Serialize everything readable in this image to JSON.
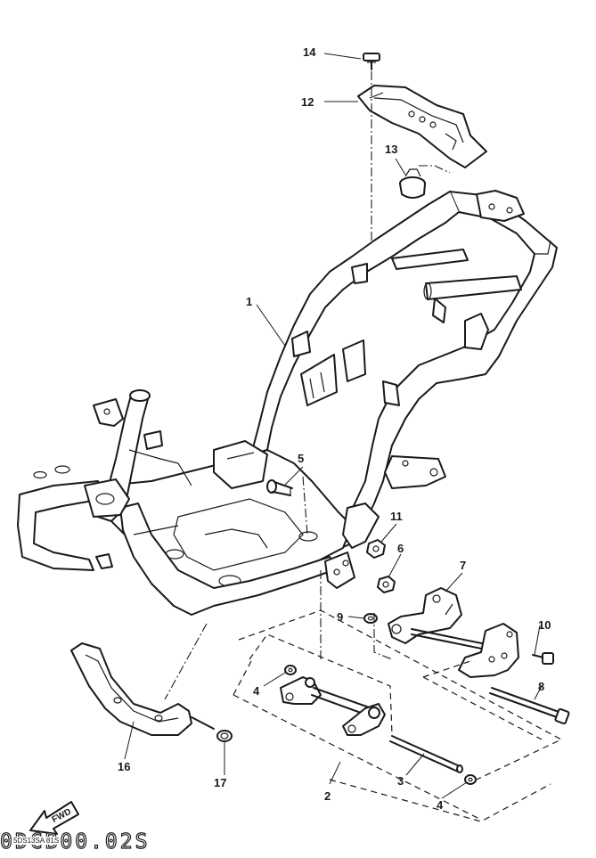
{
  "parts": [
    {
      "id": "p1",
      "number": "1"
    },
    {
      "id": "p2",
      "number": "2"
    },
    {
      "id": "p3",
      "number": "3"
    },
    {
      "id": "p4a",
      "number": "4"
    },
    {
      "id": "p4b",
      "number": "4"
    },
    {
      "id": "p5",
      "number": "5"
    },
    {
      "id": "p6",
      "number": "6"
    },
    {
      "id": "p7",
      "number": "7"
    },
    {
      "id": "p8",
      "number": "8"
    },
    {
      "id": "p9",
      "number": "9"
    },
    {
      "id": "p10",
      "number": "10"
    },
    {
      "id": "p11",
      "number": "11"
    },
    {
      "id": "p12",
      "number": "12"
    },
    {
      "id": "p13",
      "number": "13"
    },
    {
      "id": "p14",
      "number": "14"
    },
    {
      "id": "p16",
      "number": "16"
    },
    {
      "id": "p17",
      "number": "17"
    }
  ],
  "direction_arrow": {
    "text": "FWD",
    "icon": "fwd-arrow-icon"
  },
  "footer": {
    "code": "0DCB00.02S",
    "small_text": "5DS13SA 81S"
  }
}
